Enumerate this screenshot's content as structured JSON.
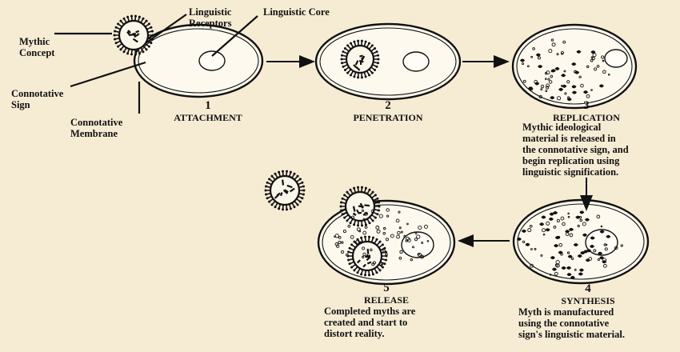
{
  "labels": {
    "mythic_concept": "Mythic\nConcept",
    "linguistic_receptors": "Linguistic\nReceptors",
    "linguistic_core": "Linguistic Core",
    "connotative_sign": "Connotative\nSign",
    "connotative_membrane": "Connotative\nMembrane"
  },
  "steps": [
    {
      "number": "1",
      "title": "ATTACHMENT",
      "caption": ""
    },
    {
      "number": "2",
      "title": "PENETRATION",
      "caption": ""
    },
    {
      "number": "3",
      "title": "REPLICATION",
      "caption": "Mythic ideological\nmaterial is released in\nthe connotative sign, and\nbegin replication using\nlinguistic signification."
    },
    {
      "number": "4",
      "title": "SYNTHESIS",
      "caption": "Myth is manufactured\nusing the connotative\nsign's linguistic material."
    },
    {
      "number": "5",
      "title": "RELEASE",
      "caption": "Completed myths are\ncreated and start to\ndistort reality."
    }
  ],
  "colors": {
    "background": "#f6ecd4",
    "ink": "#111111",
    "cell_fill": "#fdf9ee"
  }
}
